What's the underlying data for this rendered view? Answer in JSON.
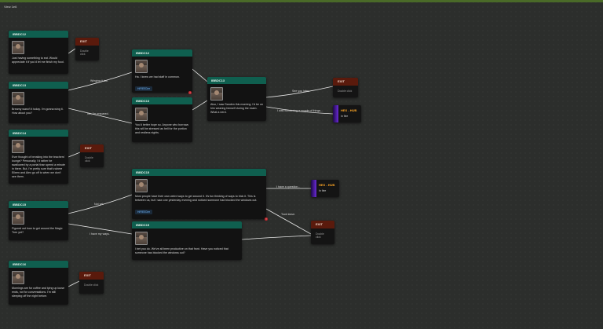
{
  "view_title": "View 1e6",
  "nodes": {
    "n1": {
      "id": "IBBDC12",
      "text": "Just having something to eat. Would appreciate it if you'd let me finish my food."
    },
    "n2": {
      "id": "IBBDC13",
      "text": "Breamy wasn't it today. I'm gonna wing it. How about you?"
    },
    "n3": {
      "id": "IBBDC14",
      "text": "Ever thought of breaking into the teachers' lounge? Personally, I'd rather be swallowed by a portal than spend a minute in there. But, I'm pretty sure that's where Eileen and Alex go off to when we don't see them."
    },
    "n4": {
      "id": "IBBDC15",
      "text": "Figured out how to get around the Magic Tree yet?"
    },
    "n5": {
      "id": "IBBDC16",
      "text": "Mornings are for coffee and tying up loose ends, not for conversations. I'm still sleeping off the night before."
    },
    "n6": {
      "id": "IBBDC12",
      "text": "Ha. I knew we had staff in common.",
      "tag": "HiFlEEDer"
    },
    "n7": {
      "id": "IBBDC13",
      "text": "You'd better hope so. Anyone who borrows this will be stressed as hell for the portion and restless nights."
    },
    "n8": {
      "id": "IBBDC13",
      "text": "Also, I saw Sanden this morning. I'd be on him wearing himself during the exam. What a nerd."
    },
    "n9": {
      "id": "IBBDC15",
      "text": "Most people have their own weird ways to get around it. It's fun thinking of ways to trick it. This is between us, but I saw one yesterday evening and noticed someone had blocked the windows out.",
      "tag": "HiFlEEDer"
    },
    "n10": {
      "id": "IBBDC15",
      "text": "I bet you do. We've all been productive on that front. Have you noticed that someone has blocked the windows out?"
    }
  },
  "exits": {
    "e1": "EXIT",
    "e2": "EXIT",
    "e3": "EXIT",
    "e4": "EXIT",
    "e5": "EXIT",
    "sub": "Double click"
  },
  "hubs": {
    "h1": {
      "title": "HEX - HUB",
      "sub": "In flee"
    },
    "h2": {
      "title": "HEX - HUB",
      "sub": "In flee"
    }
  },
  "wire_labels": {
    "l1": "Winging it too.",
    "l2": "No, I'm prepared.",
    "l3": "See you later.",
    "l4": "I was wondering a couple of things...",
    "l5": "Not yet.",
    "l6": "I have my ways.",
    "l7": "I have a question...",
    "l8": "Took leave."
  }
}
